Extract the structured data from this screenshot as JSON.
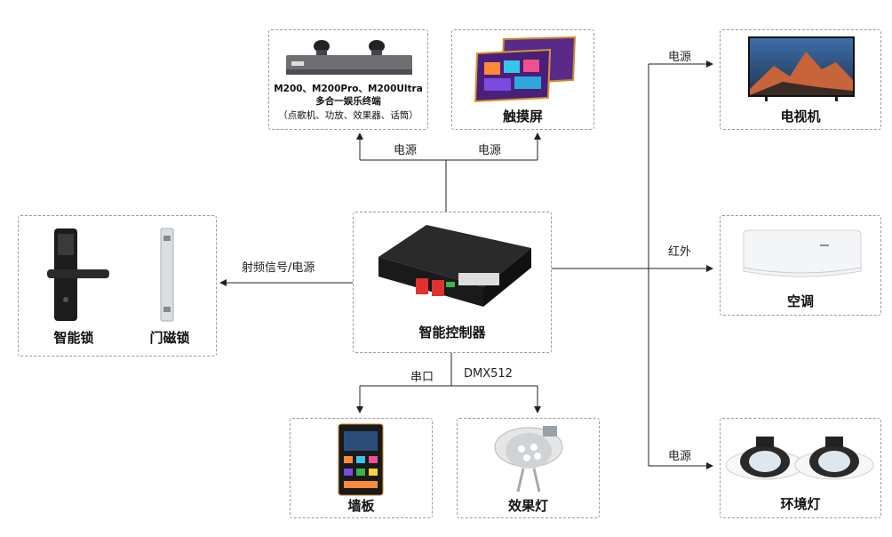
{
  "nodes": {
    "controller": "智能控制器",
    "terminal_line1": "M200、M200Pro、M200Ultra",
    "terminal_line2": "多合一娱乐终端",
    "terminal_line3": "（点歌机、功放、效果器、话筒）",
    "touchscreen": "触摸屏",
    "tv": "电视机",
    "ac": "空调",
    "ambient_light": "环境灯",
    "smart_lock": "智能锁",
    "magnetic_lock": "门磁锁",
    "wall_panel": "墙板",
    "effect_light": "效果灯"
  },
  "edges": {
    "power_terminal": "电源",
    "power_touch": "电源",
    "power_tv": "电源",
    "ir_ac": "红外",
    "power_ambient": "电源",
    "rf_lock": "射频信号/电源",
    "serial": "串口",
    "dmx": "DMX512"
  }
}
